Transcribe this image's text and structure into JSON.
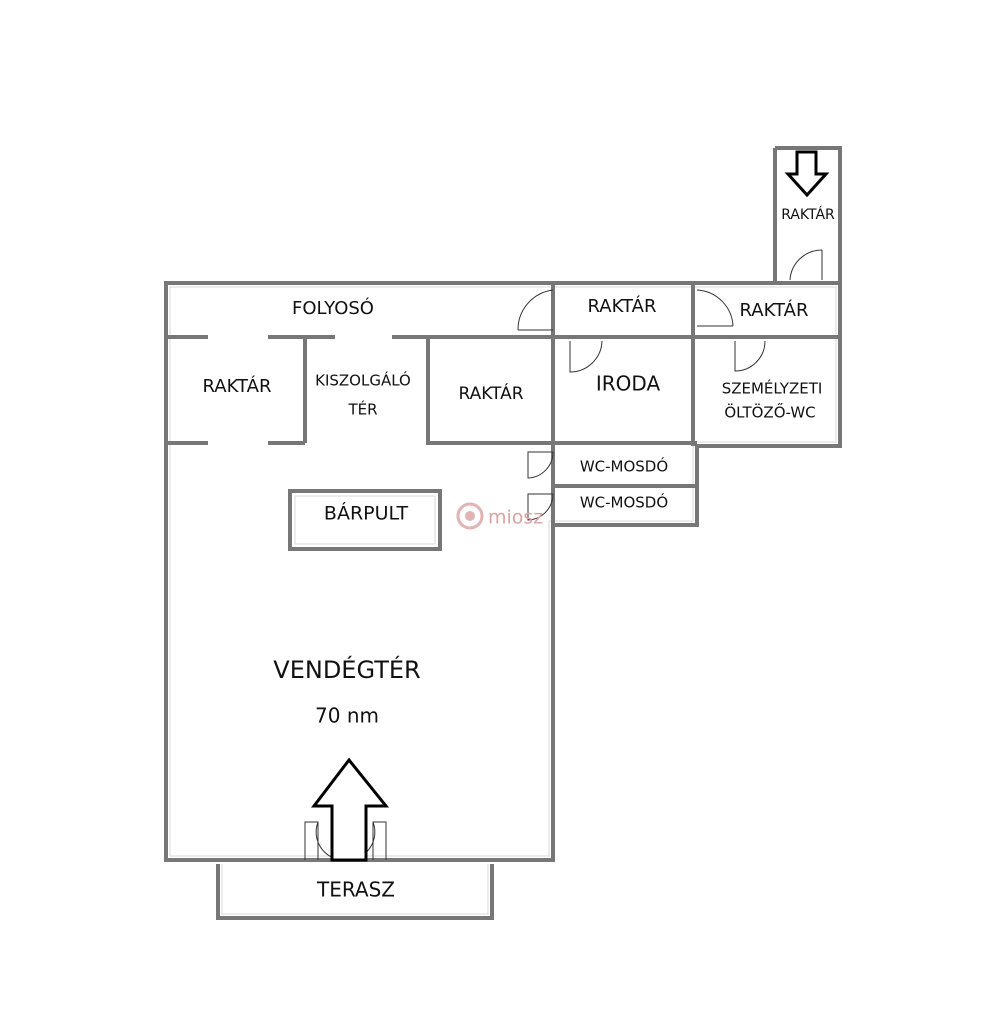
{
  "rooms": {
    "folyoso": "FOLYOSÓ",
    "raktar_top_mid": "RAKTÁR",
    "raktar_top_right": "RAKTÁR",
    "raktar_tower": "RAKTÁR",
    "raktar_left": "RAKTÁR",
    "kiszolgalo_line1": "KISZOLGÁLÓ",
    "kiszolgalo_line2": "TÉR",
    "raktar_center": "RAKTÁR",
    "iroda": "IRODA",
    "szemelyzeti_line1": "SZEMÉLYZETI",
    "szemelyzeti_line2": "ÖLTÖZŐ-WC",
    "wc1": "WC-MOSDÓ",
    "wc2": "WC-MOSDÓ",
    "barpult": "BÁRPULT",
    "vendegter": "VENDÉGTÉR",
    "vendegter_area": "70 nm",
    "terasz": "TERASZ"
  },
  "watermark": {
    "text": "miosz",
    "color": "#d9a3a3"
  },
  "colors": {
    "wall": "#777777",
    "arrow": "#000000",
    "background": "#ffffff"
  },
  "icons": {
    "entrance": "up-arrow-icon",
    "tower_entrance": "down-arrow-icon",
    "watermark_logo": "miosz-logo-icon"
  }
}
